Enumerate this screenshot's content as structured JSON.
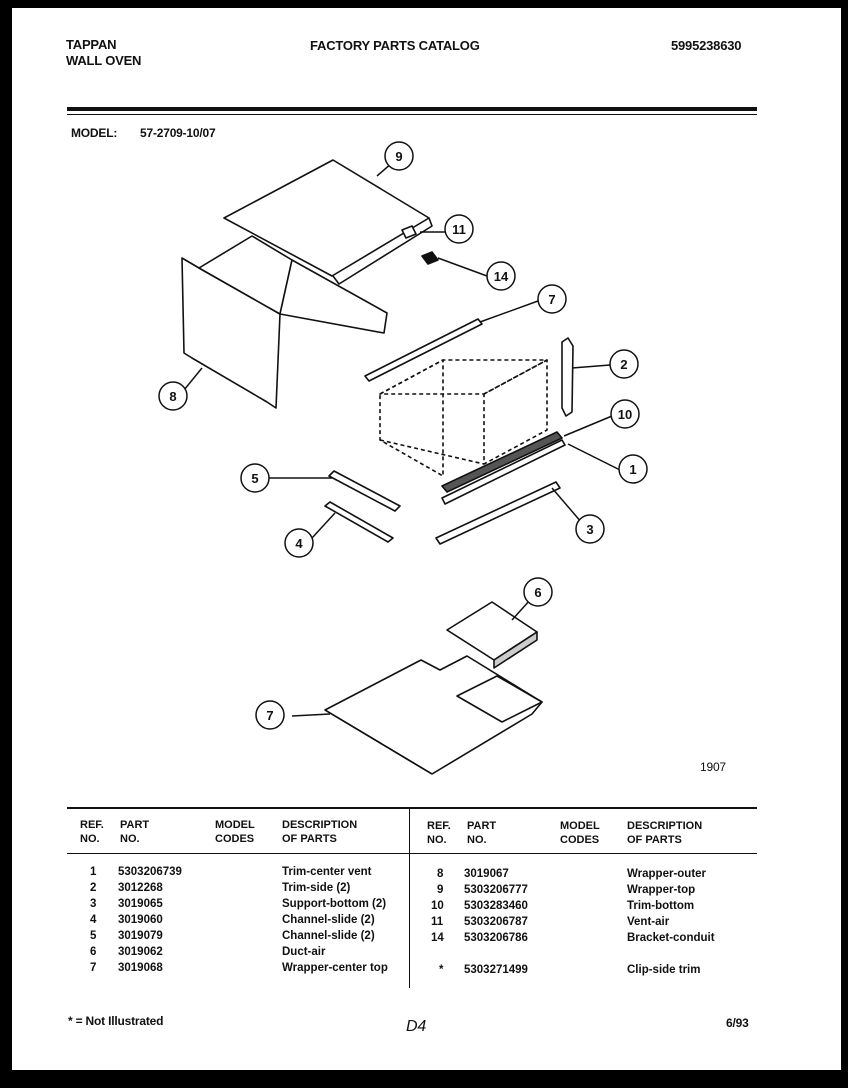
{
  "header": {
    "brand": "TAPPAN",
    "product": "WALL OVEN",
    "catalog_title": "FACTORY PARTS CATALOG",
    "catalog_number": "5995238630",
    "model_label": "MODEL:",
    "model_number": "57-2709-10/07"
  },
  "diagram": {
    "figure_number": "1907",
    "callouts": [
      "9",
      "11",
      "14",
      "7",
      "2",
      "10",
      "1",
      "8",
      "5",
      "4",
      "3",
      "6",
      "7"
    ]
  },
  "table": {
    "headers": {
      "ref": "REF.\nNO.",
      "part": "PART\nNO.",
      "model": "MODEL\nCODES",
      "desc": "DESCRIPTION\nOF PARTS"
    },
    "left_rows": [
      {
        "ref": "1",
        "part": "5303206739",
        "desc": "Trim-center vent"
      },
      {
        "ref": "2",
        "part": "3012268",
        "desc": "Trim-side (2)"
      },
      {
        "ref": "3",
        "part": "3019065",
        "desc": "Support-bottom (2)"
      },
      {
        "ref": "4",
        "part": "3019060",
        "desc": "Channel-slide (2)"
      },
      {
        "ref": "5",
        "part": "3019079",
        "desc": "Channel-slide (2)"
      },
      {
        "ref": "6",
        "part": "3019062",
        "desc": "Duct-air"
      },
      {
        "ref": "7",
        "part": "3019068",
        "desc": "Wrapper-center top"
      }
    ],
    "right_rows": [
      {
        "ref": "8",
        "part": "3019067",
        "desc": "Wrapper-outer"
      },
      {
        "ref": "9",
        "part": "5303206777",
        "desc": "Wrapper-top"
      },
      {
        "ref": "10",
        "part": "5303283460",
        "desc": "Trim-bottom"
      },
      {
        "ref": "11",
        "part": "5303206787",
        "desc": "Vent-air"
      },
      {
        "ref": "14",
        "part": "5303206786",
        "desc": "Bracket-conduit"
      },
      {
        "ref": "*",
        "part": "5303271499",
        "desc": "Clip-side trim"
      }
    ]
  },
  "footer": {
    "note": "* = Not Illustrated",
    "page_code": "D4",
    "date": "6/93"
  }
}
